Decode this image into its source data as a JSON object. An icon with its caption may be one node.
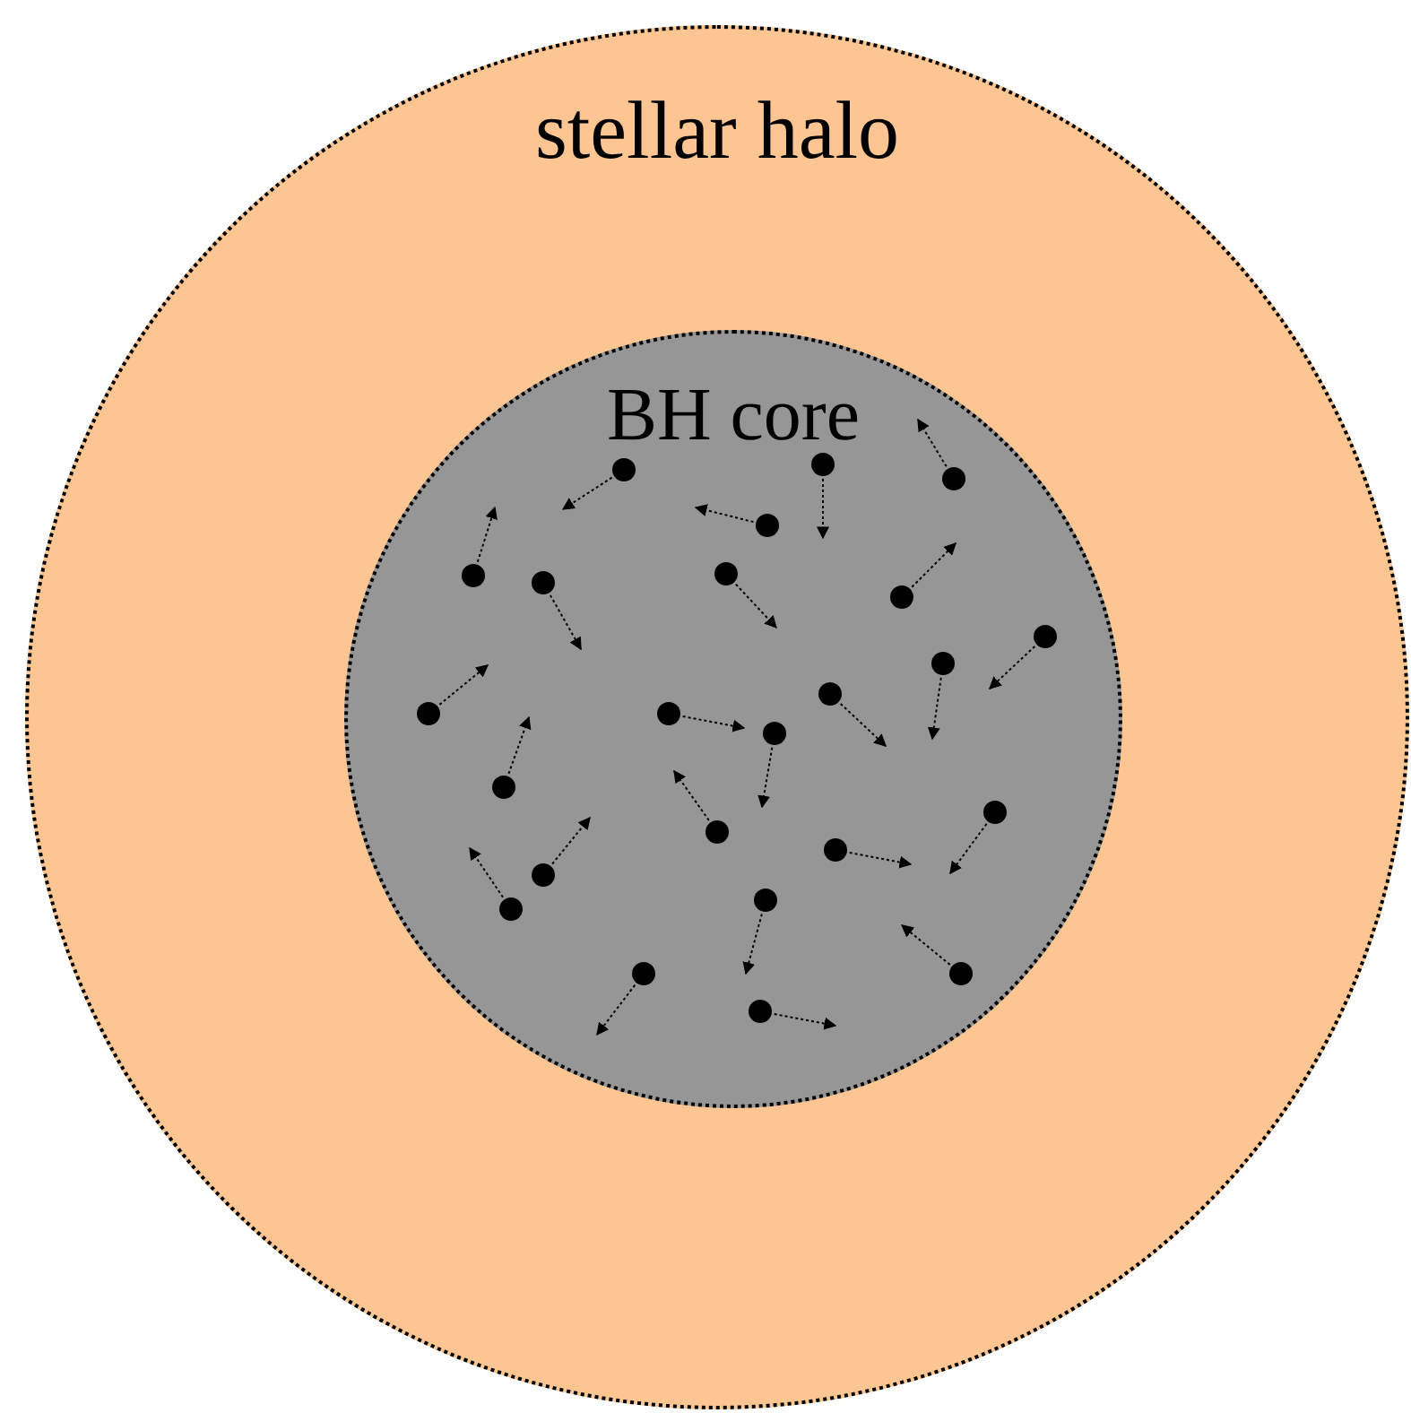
{
  "diagram": {
    "nodes": [
      {
        "text": [
          "stellar halo"
        ]
      },
      {
        "text": [
          "BH core"
        ],
        "in": 0
      }
    ]
  }
}
